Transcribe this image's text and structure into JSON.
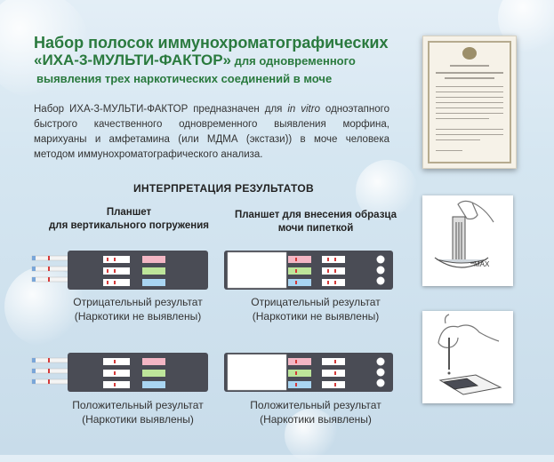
{
  "title": {
    "line1": "Набор полосок иммунохроматографических",
    "line2_main": "«ИХА-3-МУЛЬТИ-ФАКТОР»",
    "line2_rest": " для одновременного",
    "line3": "выявления трех наркотических соединений в моче"
  },
  "description": {
    "part1": "Набор ИХА-3-МУЛЬТИ-ФАКТОР предназначен для ",
    "italic": "in vitro",
    "part2": " одноэтапного быстрого качественного одновременного выявления морфина, марихуаны и амфетамина (или МДМА (экстази)) в моче человека методом иммунохроматографического анализа."
  },
  "interpretation_title": "ИНТЕРПРЕТАЦИЯ РЕЗУЛЬТАТОВ",
  "column_left": {
    "line1": "Планшет",
    "line2": "для вертикального погружения"
  },
  "column_right": {
    "line1": "Планшет  для внесения образца",
    "line2": "мочи пипеткой"
  },
  "captions": {
    "neg_left": {
      "line1": "Отрицательный результат",
      "line2": "(Наркотики не выявлены)"
    },
    "neg_right": {
      "line1": "Отрицательный результат",
      "line2": "(Наркотики не выявлены)"
    },
    "pos_left": {
      "line1": "Положительный результат",
      "line2": "(Наркотики выявлены)"
    },
    "pos_right": {
      "line1": "Положительный результат",
      "line2": "(Наркотики выявлены)"
    }
  },
  "illustration": {
    "max_label": "MAX"
  },
  "colors": {
    "title_green": "#2a7a3e",
    "device_gray": "#4a4c55",
    "line_red": "#d43a3a"
  },
  "icons": [
    "certificate-icon",
    "dip-cup-icon",
    "pipette-hand-icon"
  ]
}
